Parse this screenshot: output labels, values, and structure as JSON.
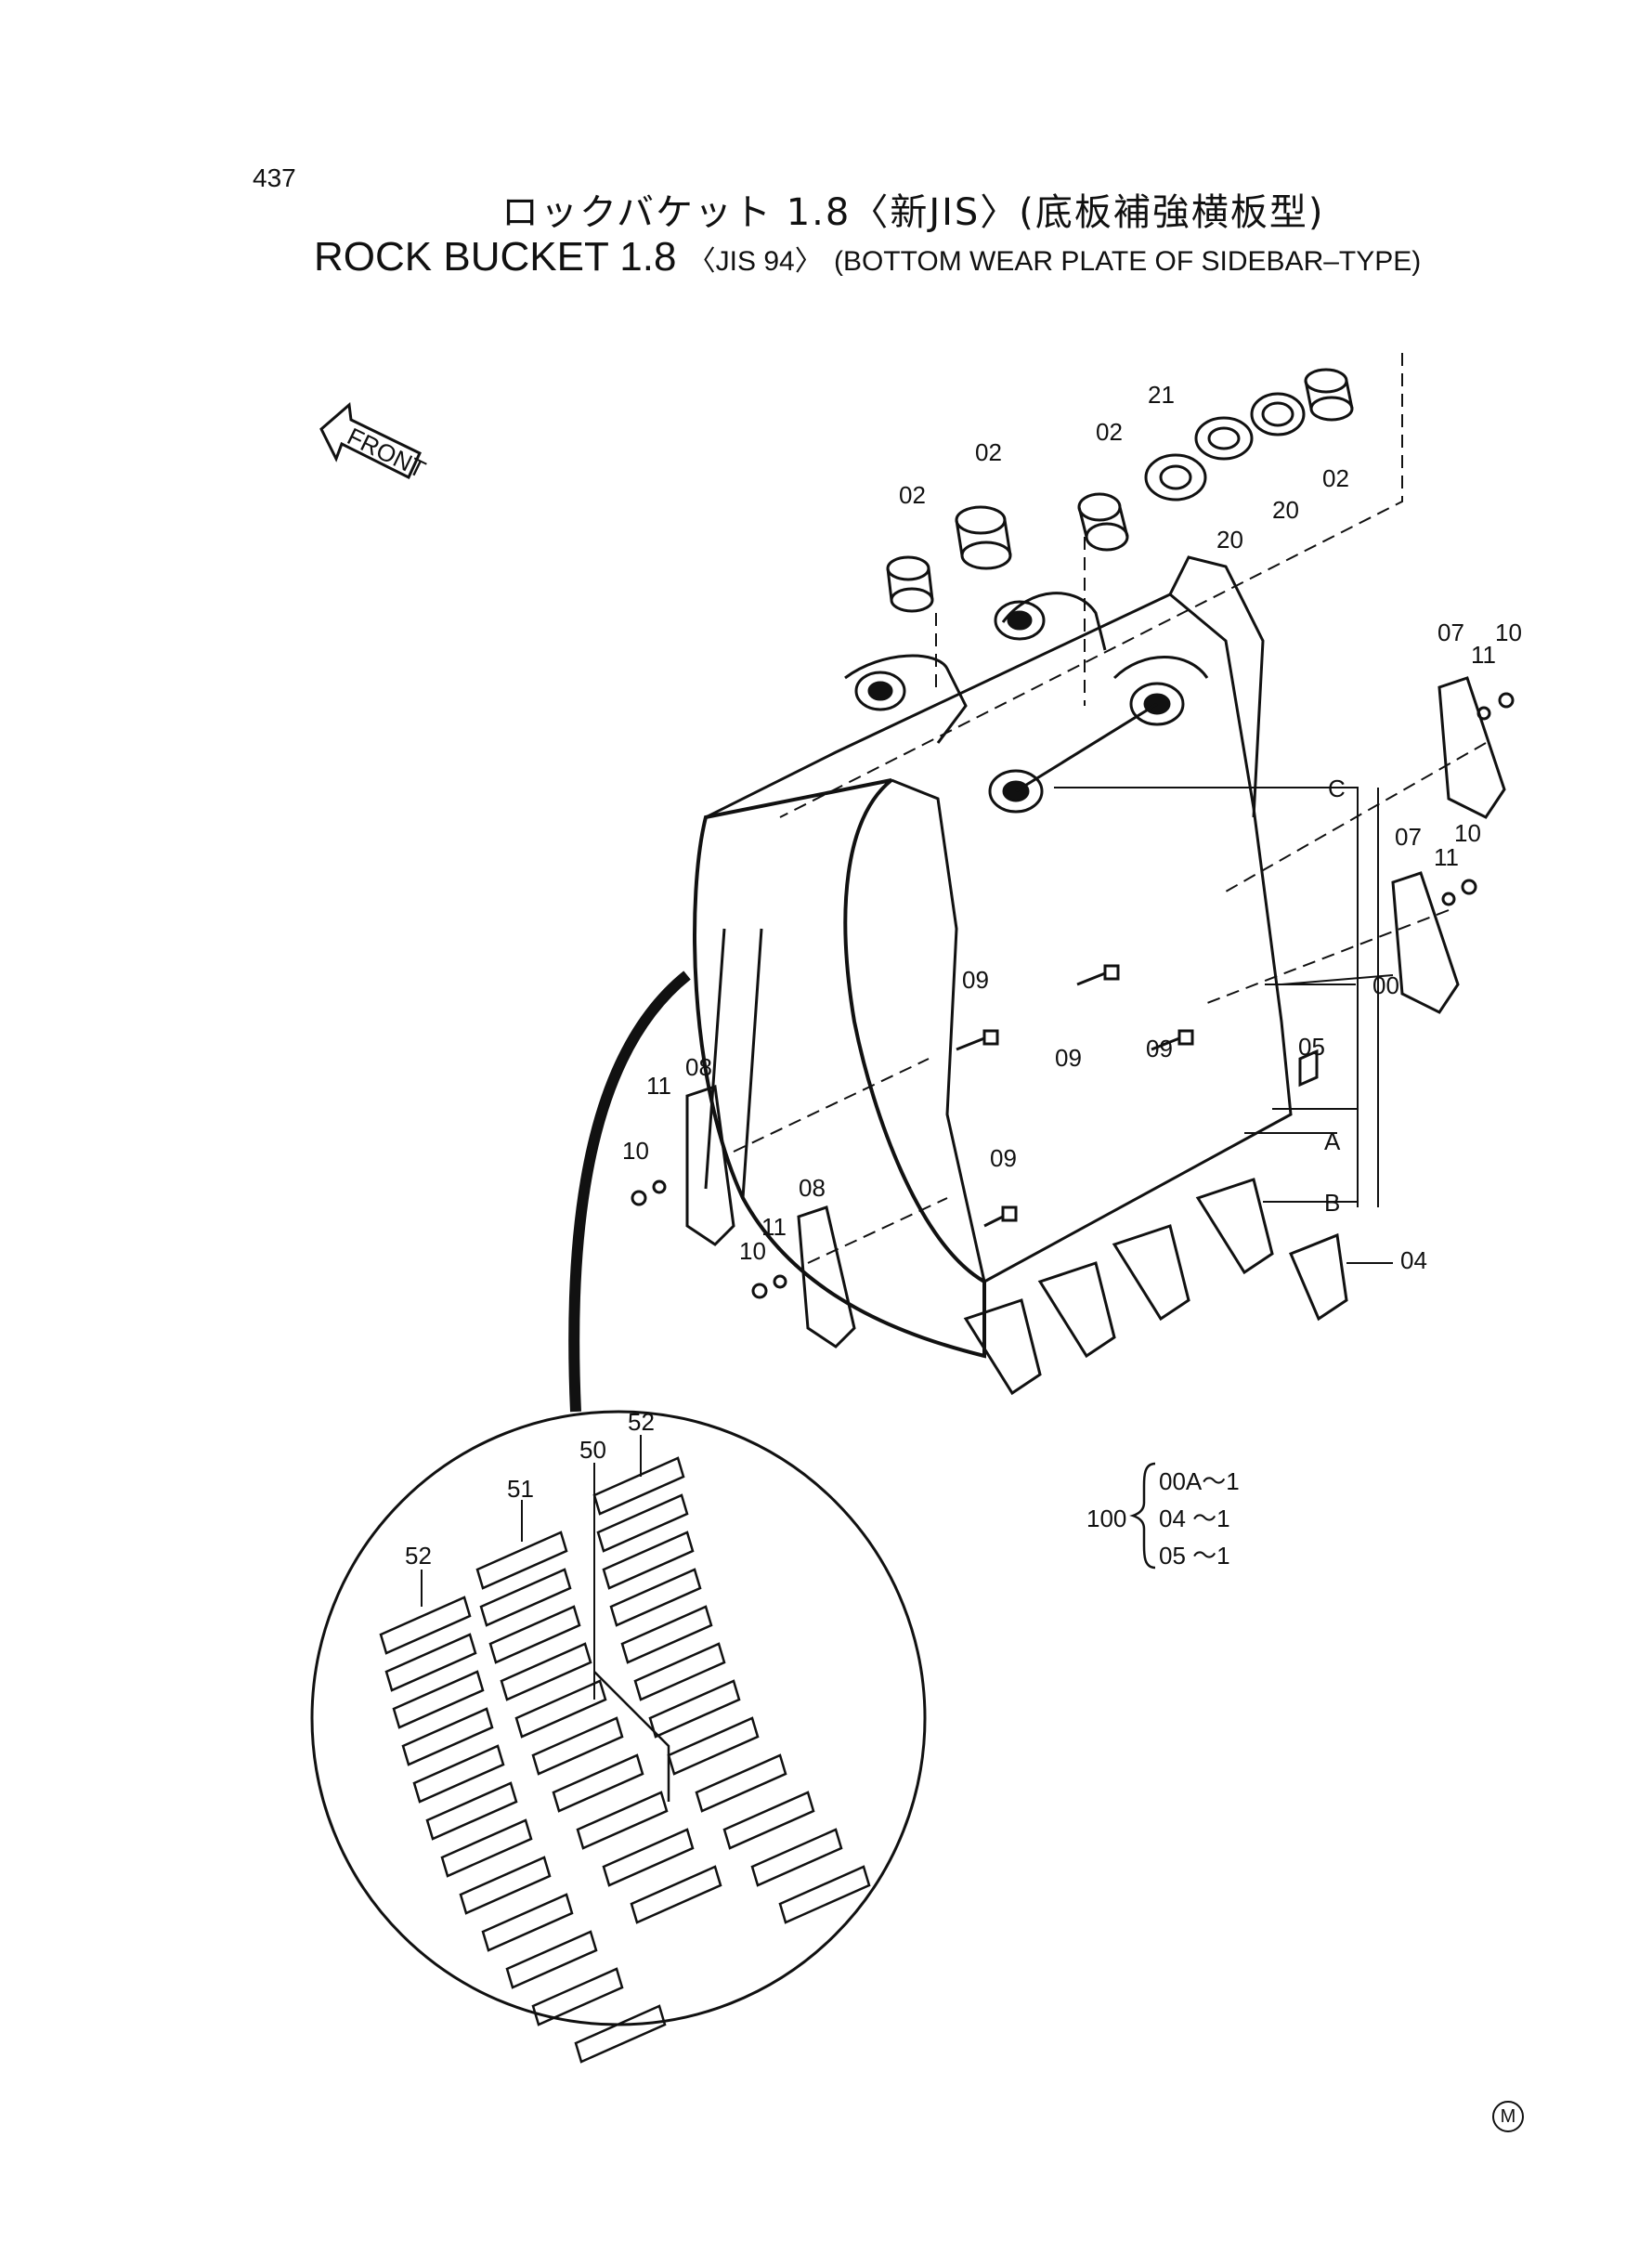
{
  "page_number": "437",
  "title_jp": "ロックバケット 1.8〈新JIS〉(底板補強横板型)",
  "title_en": {
    "main": "ROCK  BUCKET 1.8",
    "jis": "〈JIS 94〉",
    "subtitle": "(BOTTOM  WEAR  PLATE  OF  SIDEBAR–TYPE)"
  },
  "front_label": "FRONT",
  "part_labels": {
    "p02": "02",
    "p20": "20",
    "p21": "21",
    "p07": "07",
    "p10": "10",
    "p11": "11",
    "p00": "00",
    "p09": "09",
    "p08": "08",
    "p05": "05",
    "p04": "04",
    "p50": "50",
    "p51": "51",
    "p52": "52",
    "ref_a": "A",
    "ref_b": "B",
    "ref_c": "C"
  },
  "kit": {
    "number": "100",
    "items": [
      "00A～1",
      "04  ～1",
      "05  ～1"
    ]
  },
  "corner_mark": "M"
}
